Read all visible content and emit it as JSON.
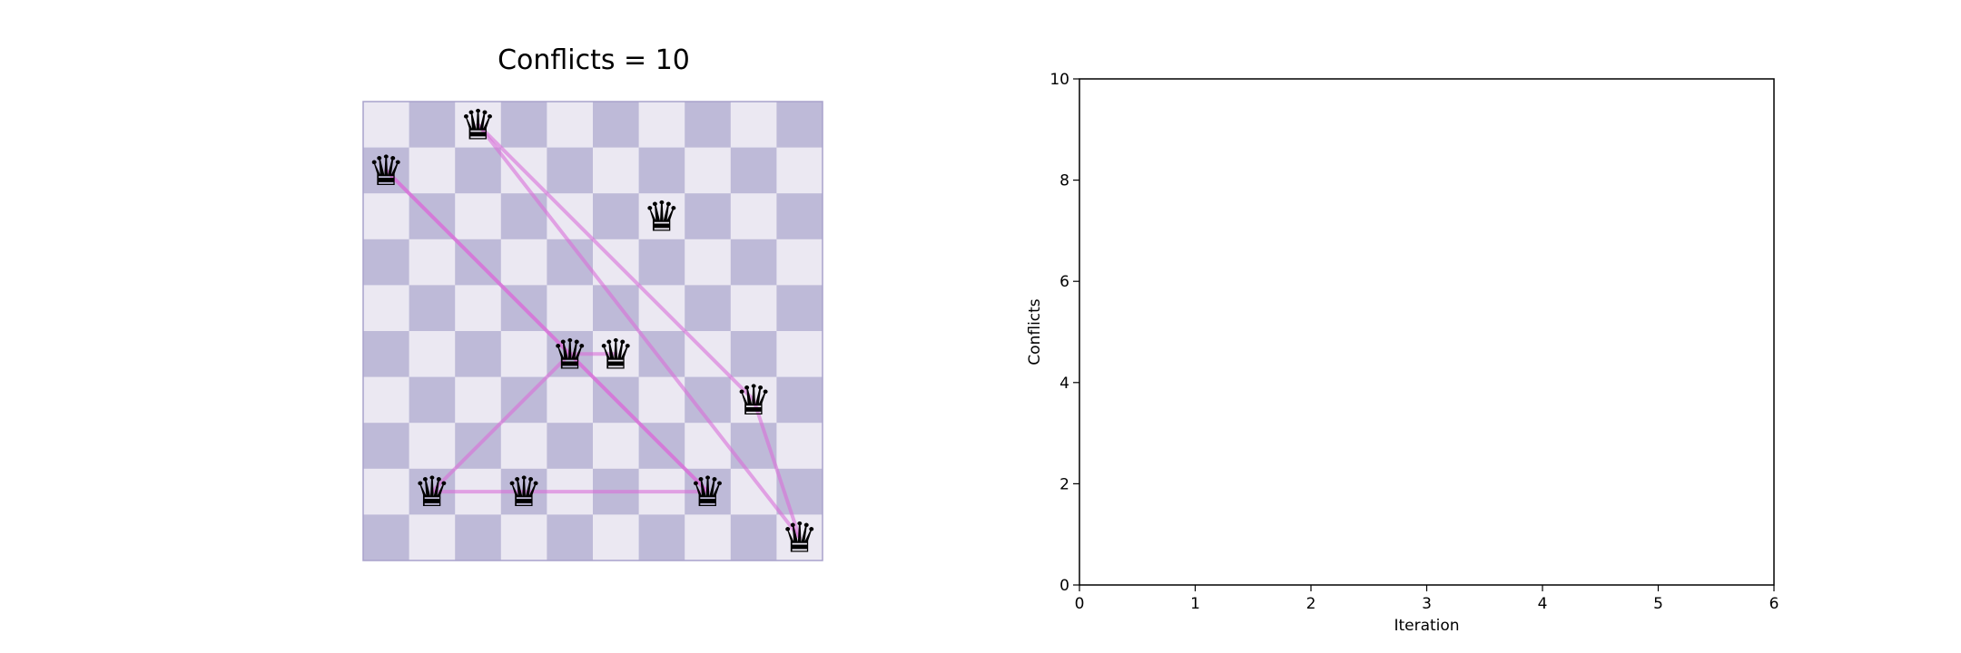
{
  "board_panel": {
    "title": "Conflicts = 10",
    "size": 10,
    "colors": {
      "light_square": "#ebe8f2",
      "dark_square": "#bebad8",
      "border": "#a8a2cc",
      "conflict_line": "#d870d8",
      "queen": "#000000"
    },
    "queen_icon": "queen-icon",
    "queen_glyph": "♛",
    "queens": [
      {
        "col": 0,
        "row": 1
      },
      {
        "col": 1,
        "row": 8
      },
      {
        "col": 2,
        "row": 0
      },
      {
        "col": 3,
        "row": 8
      },
      {
        "col": 4,
        "row": 5
      },
      {
        "col": 5,
        "row": 5
      },
      {
        "col": 6,
        "row": 2
      },
      {
        "col": 7,
        "row": 8
      },
      {
        "col": 8,
        "row": 6
      },
      {
        "col": 9,
        "row": 9
      }
    ],
    "conflicts": [
      {
        "from": 0,
        "to": 4
      },
      {
        "from": 0,
        "to": 7
      },
      {
        "from": 4,
        "to": 7
      },
      {
        "from": 2,
        "to": 8
      },
      {
        "from": 2,
        "to": 9
      },
      {
        "from": 8,
        "to": 9
      },
      {
        "from": 1,
        "to": 3
      },
      {
        "from": 3,
        "to": 7
      },
      {
        "from": 1,
        "to": 4
      },
      {
        "from": 4,
        "to": 5
      }
    ]
  },
  "chart_data": {
    "type": "line",
    "title": "",
    "xlabel": "Iteration",
    "ylabel": "Conflicts",
    "xlim": [
      0,
      6
    ],
    "ylim": [
      0,
      10
    ],
    "xticks": [
      0,
      1,
      2,
      3,
      4,
      5,
      6
    ],
    "yticks": [
      0,
      2,
      4,
      6,
      8,
      10
    ],
    "grid": false,
    "series": [
      {
        "x": [],
        "y": []
      }
    ]
  }
}
